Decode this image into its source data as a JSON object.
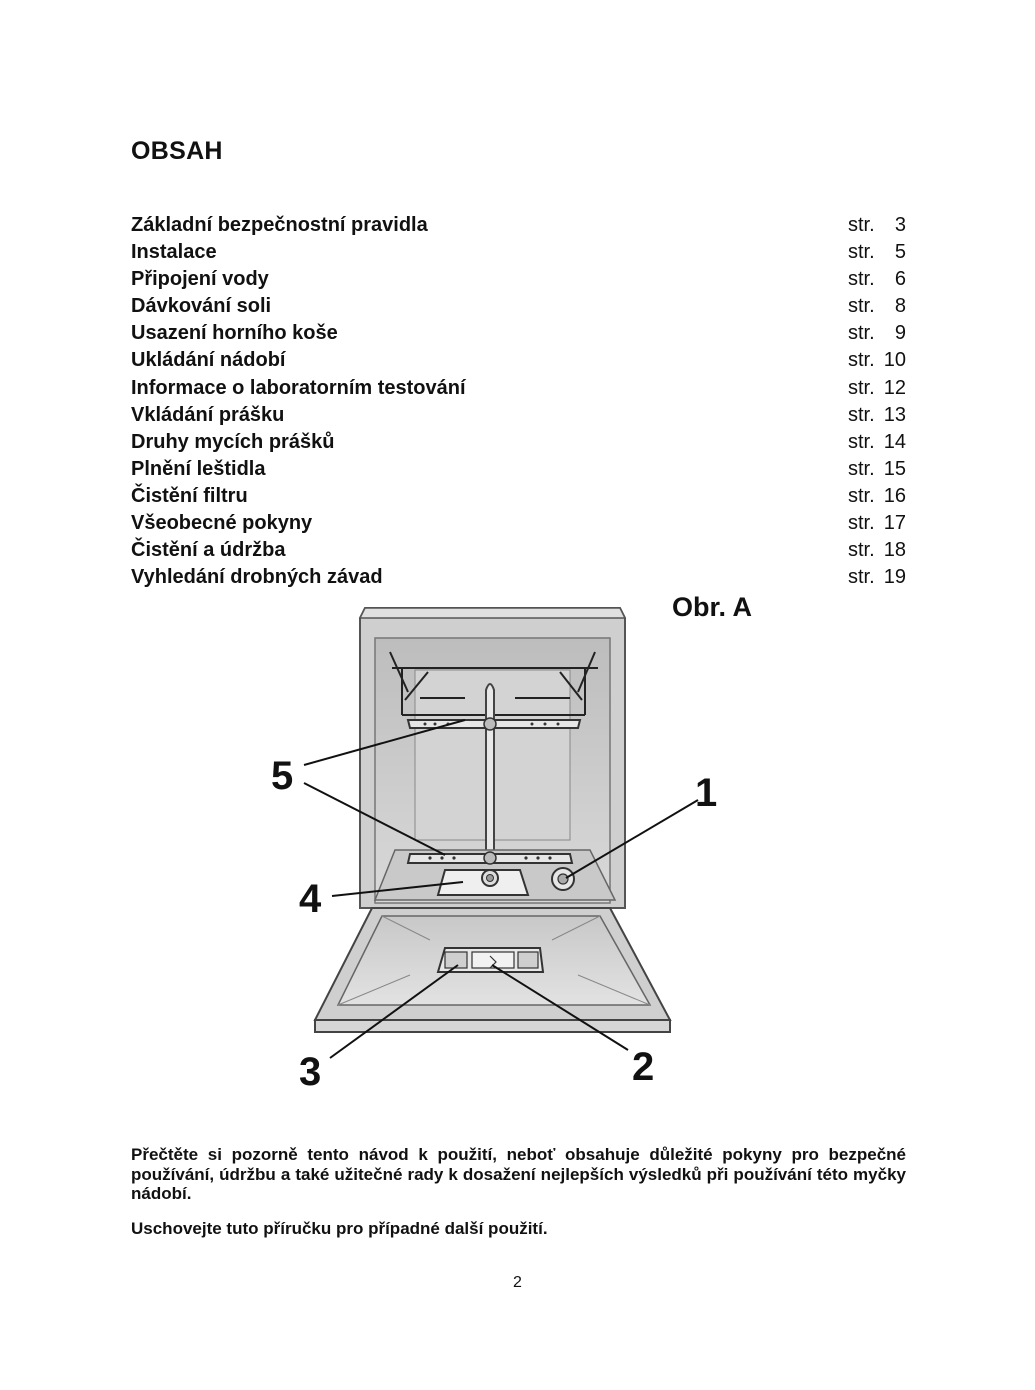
{
  "title": "OBSAH",
  "toc": [
    {
      "label": "Základní bezpečnostní pravidla",
      "prefix": "str.",
      "page": "3"
    },
    {
      "label": "Instalace",
      "prefix": "str.",
      "page": "5"
    },
    {
      "label": "Připojení vody",
      "prefix": "str.",
      "page": "6"
    },
    {
      "label": "Dávkování soli",
      "prefix": "str.",
      "page": "8"
    },
    {
      "label": "Usazení horního koše",
      "prefix": "str.",
      "page": "9"
    },
    {
      "label": "Ukládání nádobí",
      "prefix": "str.",
      "page": "10"
    },
    {
      "label": "Informace o laboratorním testování",
      "prefix": "str.",
      "page": "12"
    },
    {
      "label": "Vkládání prášku",
      "prefix": "str.",
      "page": "13"
    },
    {
      "label": "Druhy mycích prášků",
      "prefix": "str.",
      "page": "14"
    },
    {
      "label": "Plnění leštidla",
      "prefix": "str.",
      "page": "15"
    },
    {
      "label": "Čistění filtru",
      "prefix": "str.",
      "page": "16"
    },
    {
      "label": "Všeobecné pokyny",
      "prefix": "str.",
      "page": "17"
    },
    {
      "label": "Čistění a údržba",
      "prefix": "str.",
      "page": "18"
    },
    {
      "label": "Vyhledání drobných závad",
      "prefix": "str.",
      "page": "19"
    }
  ],
  "figure": {
    "label": "Obr. A",
    "callouts": [
      "1",
      "2",
      "3",
      "4",
      "5"
    ]
  },
  "notes": {
    "read": "Přečtěte si pozorně tento návod k použití, neboť obsahuje důležité pokyny pro bezpečné používání, údržbu a také užitečné rady k dosažení nejlepších výsledků při používání této myčky nádobí.",
    "keep": "Uschovejte tuto příručku pro případné další použití."
  },
  "page_number": "2"
}
